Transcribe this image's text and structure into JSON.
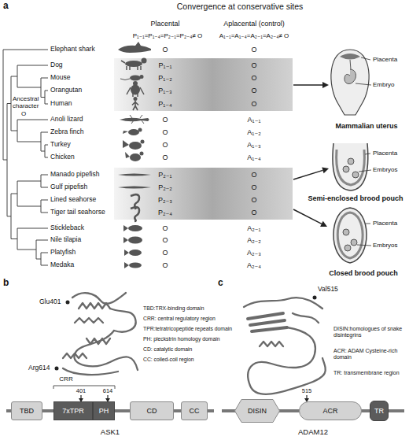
{
  "diagram": {
    "nodes": [
      {
        "text": [
          "TBD"
        ]
      },
      {
        "text": [
          "7xTPR"
        ]
      },
      {
        "text": [
          "PH"
        ]
      },
      {
        "text": [
          "CD"
        ]
      },
      {
        "text": [
          "CC"
        ]
      },
      {
        "text": [
          "DISIN"
        ]
      },
      {
        "text": [
          "ACR"
        ]
      },
      {
        "text": [
          "TR"
        ]
      }
    ],
    "labels": [
      "a",
      "Convergence at conservative sites",
      "Placental",
      "Aplacental (control)",
      "P₁₋₁=P₁₋₄=P₂₋₁=P₂₋₄≠ O",
      "A₁₋₁=A₁₋₄=A₂₋₁=A₂₋₄≠ O",
      "Elephant shark",
      "O",
      "O",
      "Dog",
      "P₁₋₁",
      "O",
      "Mouse",
      "P₁₋₂",
      "O",
      "Orangutan",
      "P₁₋₃",
      "O",
      "Human",
      "P₁₋₄",
      "O",
      "Anoli lizard",
      "O",
      "A₁₋₁",
      "Zebra finch",
      "O",
      "A₁₋₂",
      "Turkey",
      "O",
      "A₁₋₃",
      "Chicken",
      "O",
      "A₁₋₄",
      "Manado pipefish",
      "P₂₋₁",
      "O",
      "Gulf pipefish",
      "P₂₋₂",
      "O",
      "Lined seahorse",
      "P₂₋₃",
      "O",
      "Tiger tail seahorse",
      "P₂₋₄",
      "O",
      "Stickleback",
      "O",
      "A₂₋₁",
      "Nile tilapia",
      "O",
      "A₂₋₂",
      "Platyfish",
      "O",
      "A₂₋₃",
      "Medaka",
      "O",
      "A₂₋₄",
      "Ancestral character",
      "O",
      "Placenta",
      "Embryo",
      "Mammalian uterus",
      "Placenta",
      "Embryos",
      "Semi-enclosed brood pouch",
      "Placenta",
      "Embryos",
      "Closed brood pouch",
      "b",
      "Glu401",
      "Arg614",
      "TBD:TRX-binding domain",
      "CRR: central regulatory region",
      "TPR:tetratricopeptide repeats domain",
      "PH: pleckstrin homology domain",
      "CD: catalytic domain",
      "CC: coiled-coil region",
      "CRR",
      "401",
      "614",
      "ASK1",
      "c",
      "Val515",
      "DISIN:homologues of snake disintegrins",
      "ACR: ADAM Cysteine-rich domain",
      "TR: transmembrane region",
      "515",
      "ADAM12"
    ]
  }
}
